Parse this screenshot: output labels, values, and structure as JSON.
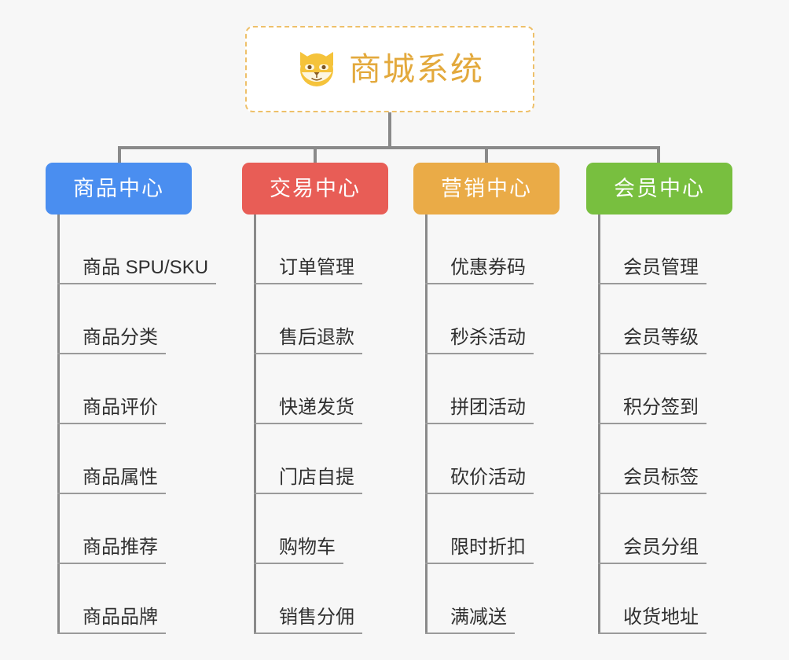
{
  "canvas": {
    "background": "#f7f7f7",
    "line_color": "#8a8a8a",
    "leaf_text_color": "#303030"
  },
  "root": {
    "title": "商城系统",
    "icon": "dog-face-emoji",
    "icon_glyph": "🐶",
    "text_color": "#e3a93c",
    "border_color": "#eec06a",
    "background": "#ffffff"
  },
  "branches": [
    {
      "label": "商品中心",
      "color": "#4a8ef0",
      "items": [
        "商品 SPU/SKU",
        "商品分类",
        "商品评价",
        "商品属性",
        "商品推荐",
        "商品品牌"
      ]
    },
    {
      "label": "交易中心",
      "color": "#e85d56",
      "items": [
        "订单管理",
        "售后退款",
        "快递发货",
        "门店自提",
        "购物车",
        "销售分佣"
      ]
    },
    {
      "label": "营销中心",
      "color": "#eaab47",
      "items": [
        "优惠券码",
        "秒杀活动",
        "拼团活动",
        "砍价活动",
        "限时折扣",
        "满减送"
      ]
    },
    {
      "label": "会员中心",
      "color": "#78bf3f",
      "items": [
        "会员管理",
        "会员等级",
        "积分签到",
        "会员标签",
        "会员分组",
        "收货地址"
      ]
    }
  ]
}
